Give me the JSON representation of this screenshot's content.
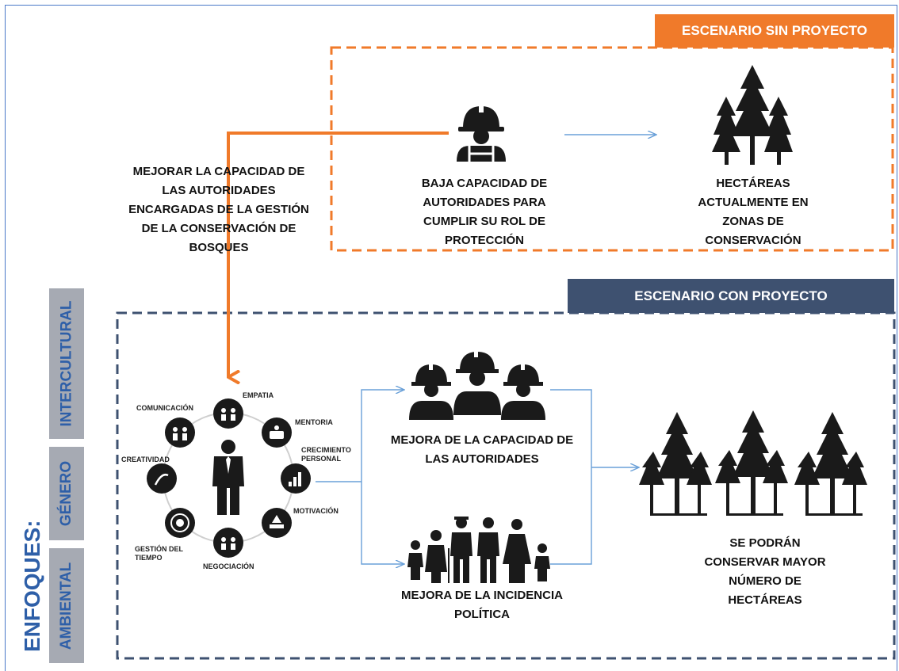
{
  "colors": {
    "orange": "#f07a2a",
    "navy": "#3e5170",
    "arrow_blue": "#6aa0d8",
    "tab_gray": "#a6aab3",
    "tab_text": "#2e5fa8",
    "icon": "#1a1a1a"
  },
  "header_sin": "ESCENARIO SIN PROYECTO",
  "header_con": "ESCENARIO CON PROYECTO",
  "main_action": [
    "MEJORAR LA CAPACIDAD DE",
    "LAS AUTORIDADES",
    "ENCARGADAS DE LA GESTIÓN",
    "DE LA CONSERVACIÓN DE",
    "BOSQUES"
  ],
  "sin": {
    "authorities": [
      "BAJA CAPACIDAD DE",
      "AUTORIDADES PARA",
      "CUMPLIR SU ROL DE",
      "PROTECCIÓN"
    ],
    "hectares": [
      "HECTÁREAS",
      "ACTUALMENTE EN",
      "ZONAS DE",
      "CONSERVACIÓN"
    ]
  },
  "con": {
    "capacity": [
      "MEJORA DE LA CAPACIDAD DE",
      "LAS AUTORIDADES"
    ],
    "incidence": [
      "MEJORA DE LA INCIDENCIA",
      "POLÍTICA"
    ],
    "result": [
      "SE PODRÁN",
      "CONSERVAR MAYOR",
      "NÚMERO DE",
      "HECTÁREAS"
    ]
  },
  "skills": {
    "comunicacion": "COMUNICACIÓN",
    "empatia": "EMPATIA",
    "mentoria": "MENTORIA",
    "crecimiento": [
      "CRECIMIENTO",
      "PERSONAL"
    ],
    "creatividad": "CREATIVIDAD",
    "motivacion": "MOTIVACIÓN",
    "gestion": [
      "GESTIÓN DEL",
      "TIEMPO"
    ],
    "negociacion": "NEGOCIACIÓN"
  },
  "enfoques": {
    "title": "ENFOQUES:",
    "tabs": [
      "INTERCULTURAL",
      "GÉNERO",
      "AMBIENTAL"
    ]
  },
  "icons": {
    "worker": "worker-helmet-icon",
    "trees": "pine-trees-icon",
    "family": "family-icon",
    "businessman": "businessman-icon"
  }
}
